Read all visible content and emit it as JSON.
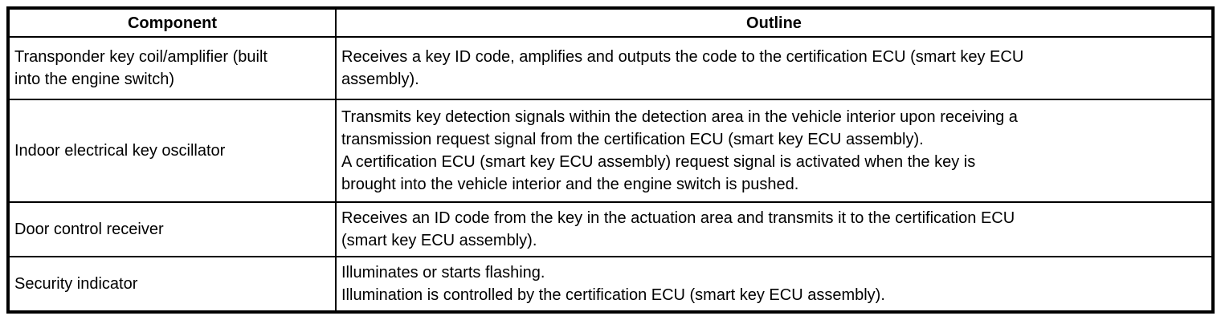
{
  "page": {
    "background_color": "#ffffff",
    "border_color": "#000000",
    "text_color": "#000000"
  },
  "table": {
    "headers": {
      "component": "Component",
      "outline": "Outline"
    },
    "rows": [
      {
        "component": "Transponder key coil/amplifier (built\ninto the engine switch)",
        "outline": "Receives a key ID code, amplifies and outputs the code to the certification ECU (smart key ECU\nassembly)."
      },
      {
        "component": "Indoor electrical key oscillator",
        "outline": "Transmits key detection signals within the detection area in the vehicle interior upon receiving a\ntransmission request signal from the certification ECU (smart key ECU assembly).\nA certification ECU (smart key ECU assembly) request signal is activated when the key is\nbrought into the vehicle interior and the engine switch is pushed."
      },
      {
        "component": "Door control receiver",
        "outline": "Receives an ID code from the key in the actuation area and transmits it to the certification ECU\n(smart key ECU assembly)."
      },
      {
        "component": "Security indicator",
        "outline": "Illuminates or starts flashing.\nIllumination is controlled by the certification ECU (smart key ECU assembly)."
      }
    ]
  }
}
